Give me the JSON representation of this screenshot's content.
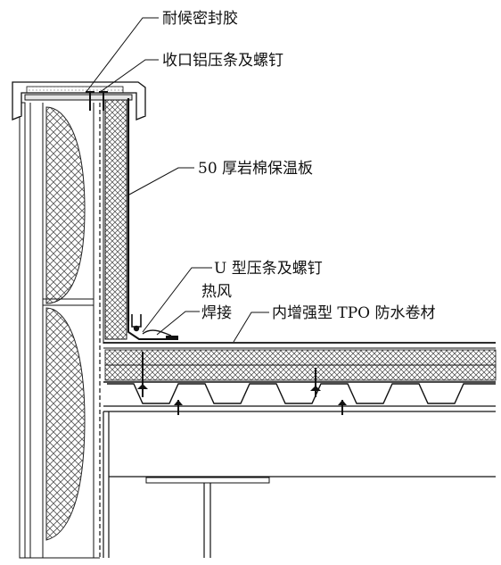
{
  "labels": {
    "sealant": "耐候密封胶",
    "cap_strip": "收口铝压条及螺钉",
    "insulation": "50 厚岩棉保温板",
    "u_strip": "U 型压条及螺钉",
    "hot_air_1": "热风",
    "hot_air_2": "焊接",
    "membrane": "内增强型 TPO 防水卷材"
  },
  "colors": {
    "line": "#1a1a1a",
    "hatch": "#444444",
    "fill": "#d9d9d9"
  }
}
